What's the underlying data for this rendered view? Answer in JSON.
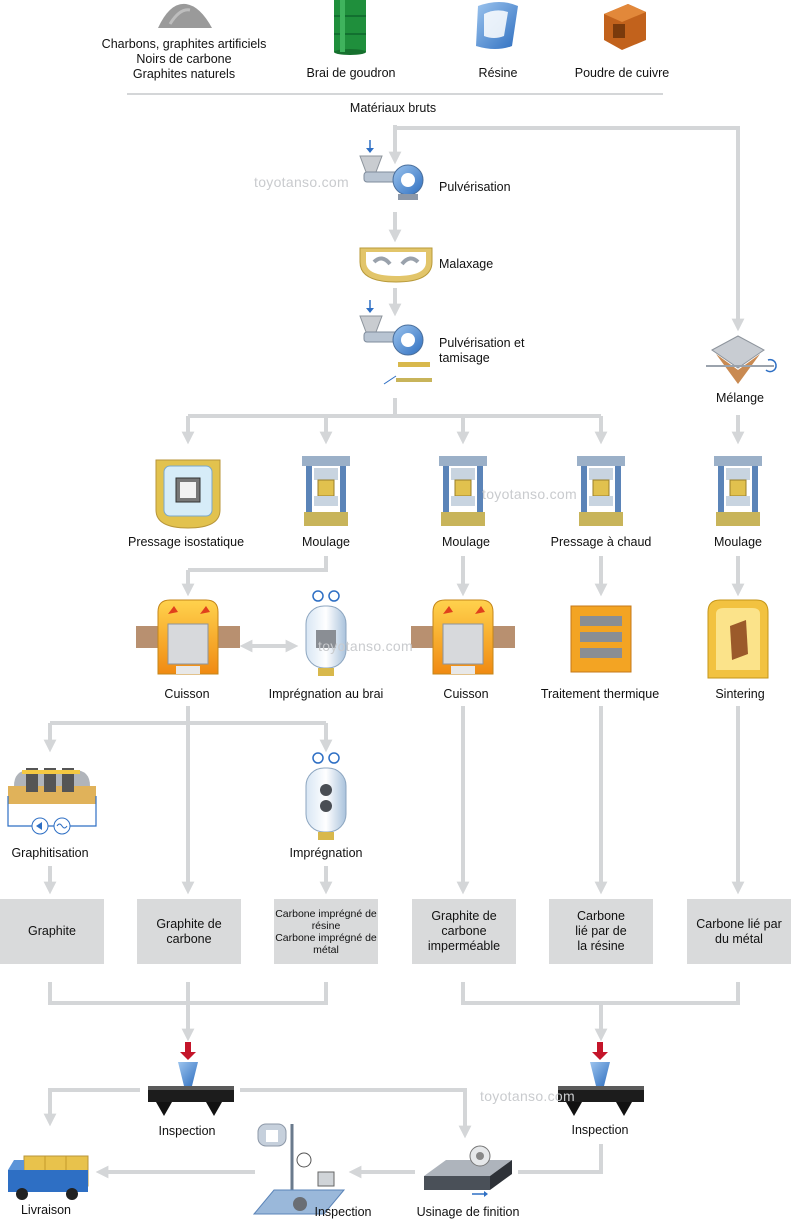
{
  "raw_materials": {
    "carbons": [
      "Charbons, graphites artificiels",
      "Noirs de carbone",
      "Graphites naturels"
    ],
    "pitch": "Brai de goudron",
    "resin": "Résine",
    "copper": "Poudre de cuivre",
    "section_label": "Matériaux bruts"
  },
  "steps": {
    "pulverisation": "Pulvérisation",
    "malaxage": "Malaxage",
    "pulverisation_tamisage": [
      "Pulvérisation et",
      "tamisage"
    ],
    "melange": "Mélange",
    "pressage_isostatique": "Pressage isostatique",
    "moulage_1": "Moulage",
    "moulage_2": "Moulage",
    "pressage_chaud": "Pressage à chaud",
    "moulage_3": "Moulage",
    "cuisson_1": "Cuisson",
    "impregnation_brai": "Imprégnation au brai",
    "cuisson_2": "Cuisson",
    "traitement_thermique": "Traitement thermique",
    "sintering": "Sintering",
    "graphitisation": "Graphitisation",
    "impregnation": "Imprégnation"
  },
  "products": {
    "graphite": "Graphite",
    "graphite_carbone": [
      "Graphite de",
      "carbone"
    ],
    "carbone_impregne": [
      "Carbone imprégné de",
      "résine",
      "Carbone imprégné de",
      "métal"
    ],
    "graphite_impermeable": [
      "Graphite de",
      "carbone",
      "imperméable"
    ],
    "carbone_resine": [
      "Carbone",
      "lié par de",
      "la résine"
    ],
    "carbone_metal": [
      "Carbone lié par",
      "du métal"
    ]
  },
  "final": {
    "inspection_left": "Inspection",
    "inspection_right": "Inspection",
    "livraison": "Livraison",
    "inspection_bottom": "Inspection",
    "usinage": "Usinage de finition"
  },
  "watermark": "toyotanso.com",
  "colors": {
    "flow": "#d4d6d8",
    "box": "#d9dadb",
    "machine_blue": "#5b84b8",
    "furnace_orange": "#f2a31c",
    "base_khaki": "#c8b45a",
    "inspection_red": "#c4152a"
  }
}
